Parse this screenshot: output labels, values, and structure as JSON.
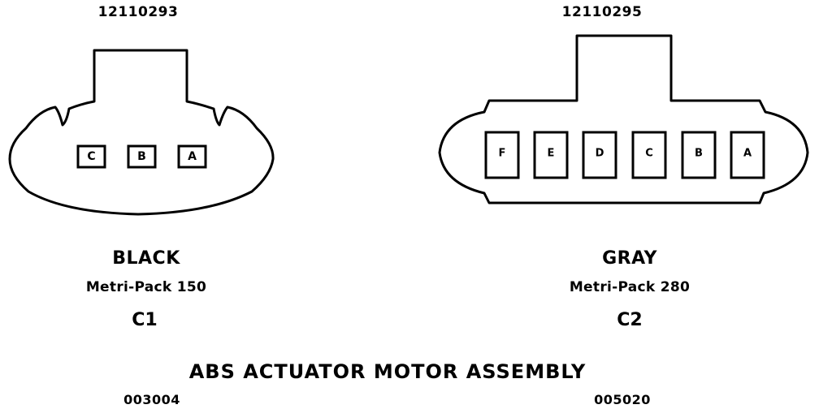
{
  "title": "ABS ACTUATOR MOTOR ASSEMBLY",
  "connectors": [
    {
      "part_number": "12110293",
      "color": "BLACK",
      "type": "Metri-Pack 150",
      "id": "C1",
      "code": "003004",
      "cavities": [
        "C",
        "B",
        "A"
      ]
    },
    {
      "part_number": "12110295",
      "color": "GRAY",
      "type": "Metri-Pack 280",
      "id": "C2",
      "code": "005020",
      "cavities": [
        "F",
        "E",
        "D",
        "C",
        "B",
        "A"
      ]
    }
  ]
}
